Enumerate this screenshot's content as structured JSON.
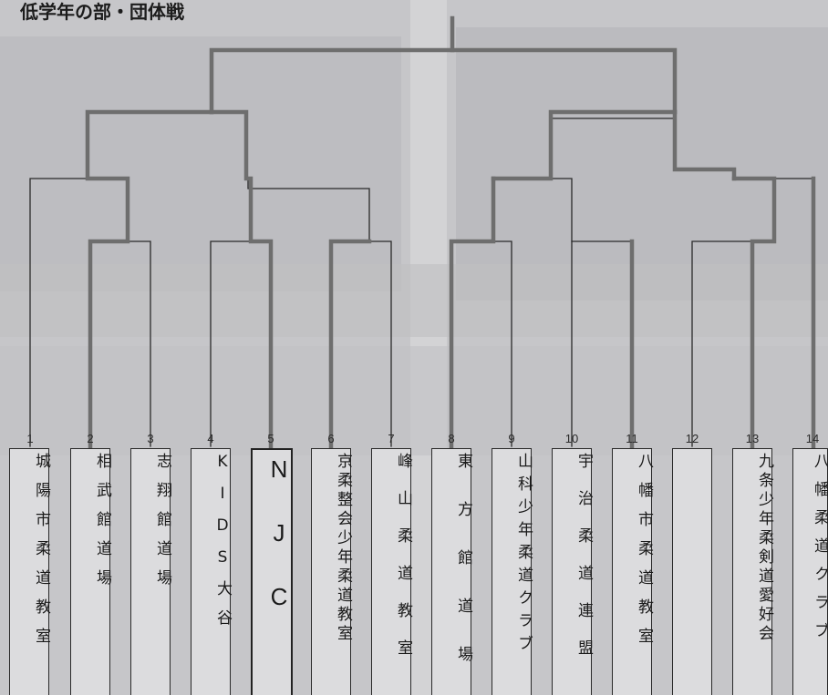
{
  "title": "低学年の部・団体戦",
  "colors": {
    "winner_line": "#6e6e6e",
    "line": "#2a2a2a",
    "box": "#dcdcde",
    "background": "#c9c9cc"
  },
  "teams": [
    {
      "num": "1",
      "name": "城陽市柔道教室"
    },
    {
      "num": "2",
      "name": "相武館道場"
    },
    {
      "num": "3",
      "name": "志翔館道場"
    },
    {
      "num": "4",
      "name": "KIDS大谷"
    },
    {
      "num": "5",
      "name": "NJC"
    },
    {
      "num": "6",
      "name": "京柔整会少年柔道教室"
    },
    {
      "num": "7",
      "name": "峰山柔道教室"
    },
    {
      "num": "8",
      "name": "東方館道場"
    },
    {
      "num": "9",
      "name": "山科少年柔道クラブ"
    },
    {
      "num": "10",
      "name": "宇治柔道連盟"
    },
    {
      "num": "11",
      "name": "八幡市柔道教室"
    },
    {
      "num": "12",
      "name": ""
    },
    {
      "num": "13",
      "name": "九条少年柔剣道愛好会"
    },
    {
      "num": "14",
      "name": "八幡柔道クラブ"
    }
  ]
}
